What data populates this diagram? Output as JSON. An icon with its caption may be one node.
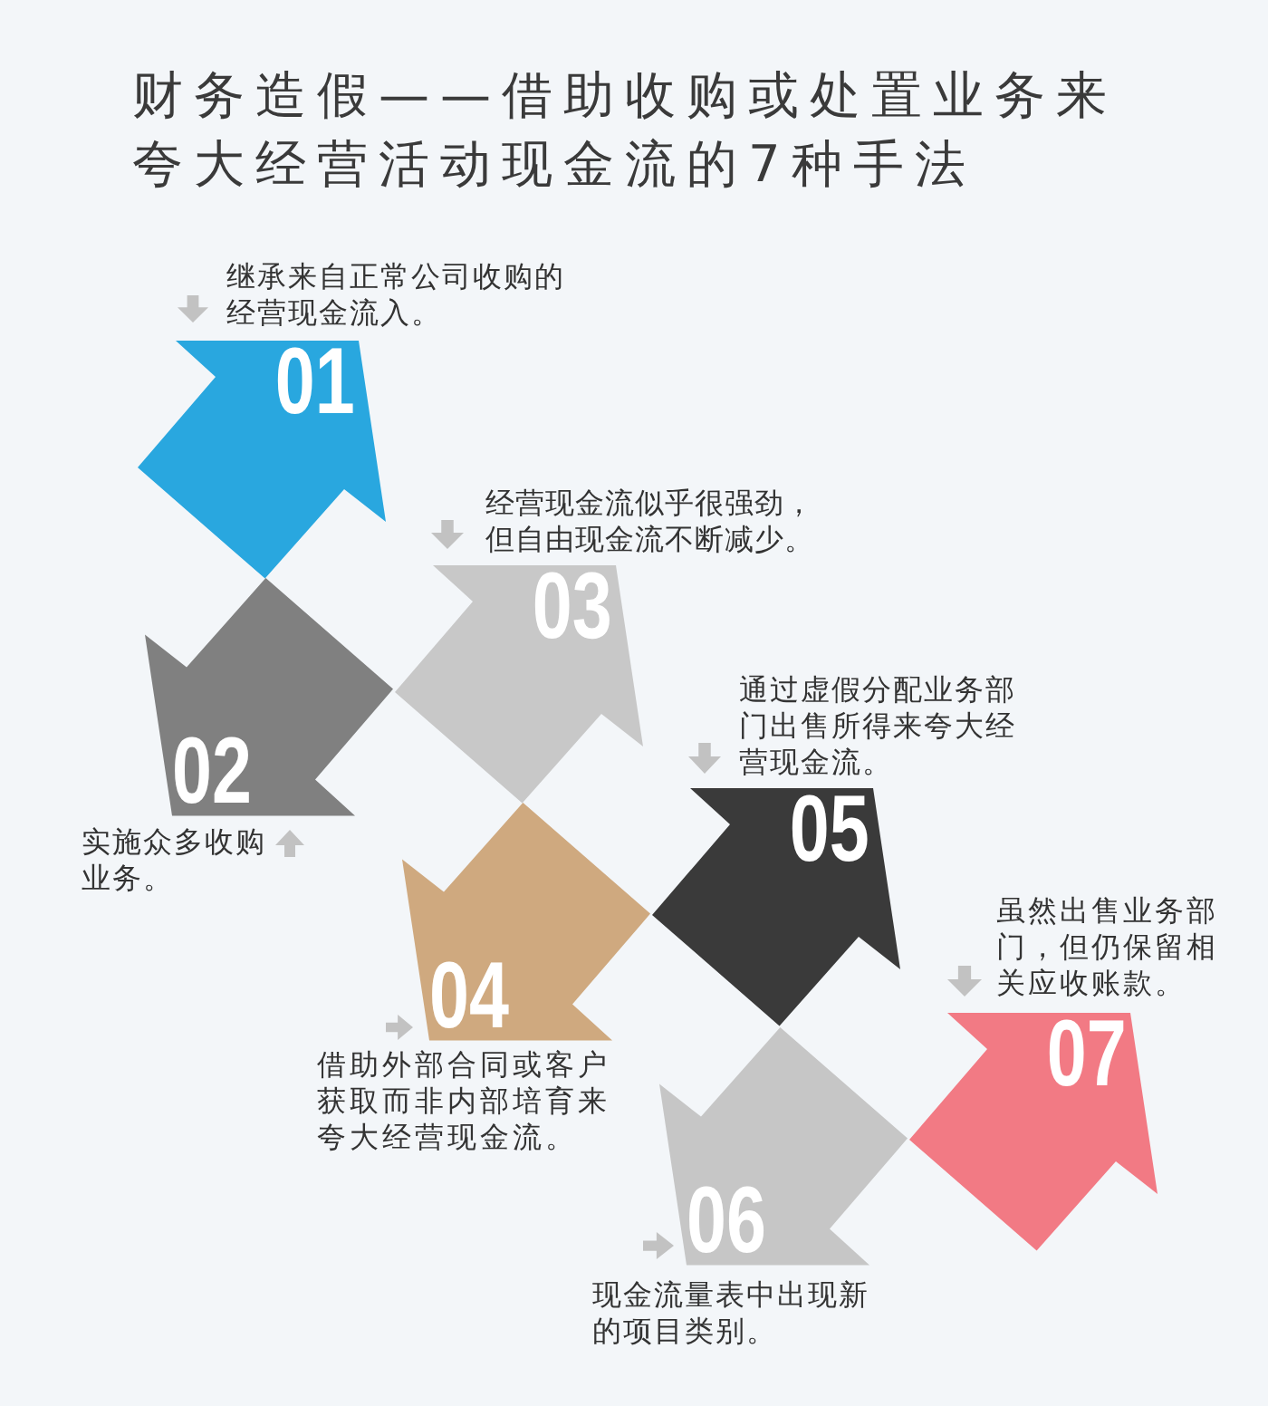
{
  "diagram": {
    "title": "财务造假——借助收购或处置业务来夸大经营活动现金流的7种手法",
    "nodes": [
      {
        "text": [
          "01"
        ],
        "beside": [
          "继承来自正常公司收购的经营现金流入。"
        ]
      },
      {
        "text": [
          "02"
        ],
        "beside": [
          "实施众多收购业务。"
        ]
      },
      {
        "text": [
          "03"
        ],
        "beside": [
          "经营现金流似乎很强劲，但自由现金流不断减少。"
        ]
      },
      {
        "text": [
          "04"
        ],
        "beside": [
          "借助外部合同或客户获取而非内部培育来夸大经营现金流。"
        ]
      },
      {
        "text": [
          "05"
        ],
        "beside": [
          "通过虚假分配业务部门出售所得来夸大经营现金流。"
        ]
      },
      {
        "text": [
          "06"
        ],
        "beside": [
          "现金流量表中出现新的项目类别。"
        ]
      },
      {
        "text": [
          "07"
        ],
        "beside": [
          "虽然出售业务部门，但仍保留相关应收账款。"
        ]
      }
    ]
  }
}
